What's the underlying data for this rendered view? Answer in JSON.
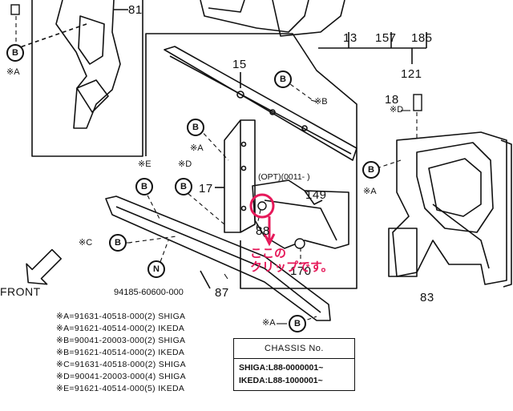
{
  "parts": {
    "p81": "81",
    "p13": "13",
    "p157": "157",
    "p185": "185",
    "p121": "121",
    "p15": "15",
    "p18": "18",
    "p17": "17",
    "p149": "149",
    "p87": "87",
    "p83": "83",
    "p88": "88",
    "p170": "170"
  },
  "opt_label": "(OPT)(0011-    )",
  "part_number": "94185-60600-000",
  "front_label": "FRONT",
  "markers": {
    "xa": "※A",
    "xb": "※B",
    "xc": "※C",
    "xd": "※D",
    "xe": "※E",
    "b": "B",
    "n": "N"
  },
  "footnotes": [
    "※A=91631-40518-000(2) SHIGA",
    "※A=91621-40514-000(2) IKEDA",
    "※B=90041-20003-000(2) SHIGA",
    "※B=91621-40514-000(2) IKEDA",
    "※C=91631-40518-000(2) SHIGA",
    "※D=90041-20003-000(4) SHIGA",
    "※E=91621-40514-000(5) IKEDA"
  ],
  "chassis": {
    "header": "CHASSIS No.",
    "rows": [
      "SHIGA:L88-0000001~",
      "IKEDA:L88-1000001~"
    ]
  },
  "annotation": {
    "line1": "ここの",
    "line2": "クリップです。"
  },
  "colors": {
    "ink": "#111111",
    "highlight": "#e6195a"
  }
}
